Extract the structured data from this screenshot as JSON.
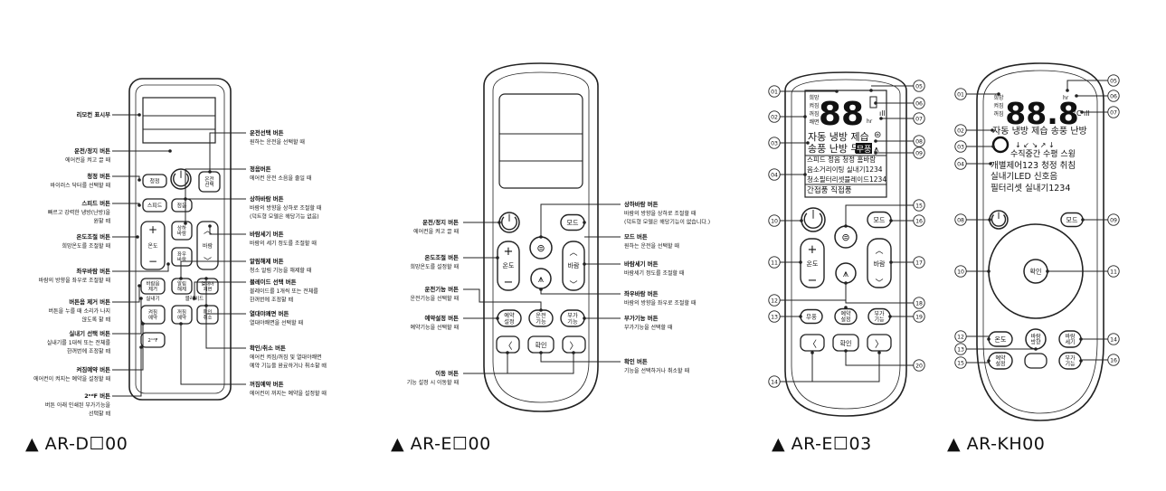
{
  "captions": [
    "▲ AR-D☐00",
    "▲ AR-E☐00",
    "▲ AR-E☐03",
    "▲ AR-KH00"
  ],
  "remote1": {
    "buttons": [
      "청정",
      "스피드",
      "온도",
      "온전\n선택",
      "정음",
      "상하\n바람",
      "좌우\n바람",
      "바람",
      "바람음\n제거",
      "알림\n해제",
      "열대야\n쾌면",
      "실내기",
      "블레이드",
      "켜짐\n예약",
      "꺼짐\n예약",
      "확인\n취소",
      "2ⁿᵈF",
      "+",
      "−"
    ],
    "left_labels": [
      {
        "title": "리모컨 표시부",
        "desc": ""
      },
      {
        "title": "운전/정지 버튼",
        "desc": "에어컨을 켜고 끌 때"
      },
      {
        "title": "청정 버튼",
        "desc": "바이러스 닥터를 선택할 때"
      },
      {
        "title": "스피드 버튼",
        "desc": "빠르고 강력한 냉방(난방)을\n원할 때"
      },
      {
        "title": "온도조절 버튼",
        "desc": "희망온도를 조절할 때"
      },
      {
        "title": "좌우바람 버튼",
        "desc": "바람의 방향을 좌우로 조절할 때"
      },
      {
        "title": "버튼음 제거 버튼",
        "desc": "버튼을 누를 때 소리가 나지\n않도록 할 때"
      },
      {
        "title": "실내기 선택 버튼",
        "desc": "실내기를 1대씩 또는 전체를\n한꺼번에 조정할 때"
      },
      {
        "title": "켜짐예약 버튼",
        "desc": "에어컨이 켜지는 예약을 설정할 때"
      },
      {
        "title": "2ⁿᵈF 버튼",
        "desc": "버튼 아래 인쇄된 부가기능을\n선택할 때"
      }
    ],
    "right_labels": [
      {
        "title": "운전선택 버튼",
        "desc": "원하는 운전을 선택할 때"
      },
      {
        "title": "정음버튼",
        "desc": "에어컨 운전 소음을 줄일 때"
      },
      {
        "title": "상하바람 버튼",
        "desc": "바람의 방향을 상하로 조절할 때\n(덕트형 모델은 해당기능 없음)"
      },
      {
        "title": "바람세기 버튼",
        "desc": "바람의 세기 정도를 조절할 때"
      },
      {
        "title": "알림해제 버튼",
        "desc": "청소 알림 기능을 해제할 때"
      },
      {
        "title": "블레이드 선택 버튼",
        "desc": "블레이드를 1개씩 또는 전체를\n한꺼번에 조정할 때"
      },
      {
        "title": "열대야쾌면 버튼",
        "desc": "열대야쾌면을 선택할 때"
      },
      {
        "title": "확인/취소 버튼",
        "desc": "에어컨 켜짐/꺼짐 및 열대야쾌면\n예약 기능을 완료하거나 취소할 때"
      },
      {
        "title": "꺼짐예약 버튼",
        "desc": "에어컨이 꺼지는 예약을 설정할 때"
      }
    ]
  },
  "remote2": {
    "buttons": [
      "모드",
      "온도",
      "바람",
      "예약\n설정",
      "운전\n기능",
      "부가\n기능",
      "확인"
    ],
    "left_labels": [
      {
        "title": "운전/정지 버튼",
        "desc": "에어컨을 켜고 끌 때"
      },
      {
        "title": "온도조절 버튼",
        "desc": "희망온도를 설정할 때"
      },
      {
        "title": "운전기능 버튼",
        "desc": "운전기능을 선택할 때"
      },
      {
        "title": "예약설정 버튼",
        "desc": "예약기능을 선택할 때"
      },
      {
        "title": "이동 버튼",
        "desc": "기능 설정 시 이동할 때"
      }
    ],
    "right_labels": [
      {
        "title": "상하바람 버튼",
        "desc": "바람의 방향을 상하로 조절할 때\n(덕트형 모델은 해당기능이 없습니다.)"
      },
      {
        "title": "모드 버튼",
        "desc": "원하는 운전을 선택할 때"
      },
      {
        "title": "바람세기 버튼",
        "desc": "바람세기 정도를 조절할 때"
      },
      {
        "title": "좌우바람 버튼",
        "desc": "바람의 방향을 좌우로 조절할 때"
      },
      {
        "title": "부가기능 버튼",
        "desc": "부가기능을 선택할 때"
      },
      {
        "title": "확인 버튼",
        "desc": "기능을 선택하거나 취소할 때"
      }
    ]
  },
  "remote3": {
    "lcd_rows": [
      "자동 냉방 제습",
      "송풍 난방 무풍",
      "스피드 정음 청정 홈바람",
      "음소거리이팅 실내기1234",
      "청소필터리셋블레이드1234",
      "간접풍 직접풍"
    ],
    "lcd_left": [
      "희망",
      "켜짐",
      "꺼짐",
      "쾌면"
    ],
    "lcd_digits": "88",
    "lcd_unit": "hr",
    "buttons": [
      "모드",
      "온도",
      "바람",
      "무풍",
      "예약\n설정",
      "부가\n기능",
      "확인"
    ],
    "callouts_left": [
      "01",
      "02",
      "03",
      "04",
      "10",
      "11",
      "13",
      "14"
    ],
    "callouts_right": [
      "05",
      "06",
      "07",
      "08",
      "09",
      "15",
      "16",
      "17",
      "18",
      "12",
      "19",
      "20"
    ]
  },
  "remote4": {
    "lcd_rows": [
      "자동 냉방 제습 송풍 난방",
      "수직중간 수평 스윙",
      "개별제어123 청정 취침",
      "실내기LED 신호음",
      "필터리셋 실내기1234"
    ],
    "lcd_left": [
      "희망",
      "켜짐",
      "꺼짐"
    ],
    "lcd_digits": "88.8",
    "lcd_unit": "hr",
    "lcd_temp_unit": "°C",
    "buttons": [
      "모드",
      "확인",
      "온도",
      "바람\n방향",
      "바람\n세기",
      "예약\n설정",
      "부가\n기능"
    ],
    "callouts_left": [
      "01",
      "02",
      "03",
      "04",
      "08",
      "10",
      "12",
      "13",
      "15"
    ],
    "callouts_right": [
      "05",
      "06",
      "07",
      "09",
      "11",
      "14",
      "16"
    ]
  }
}
